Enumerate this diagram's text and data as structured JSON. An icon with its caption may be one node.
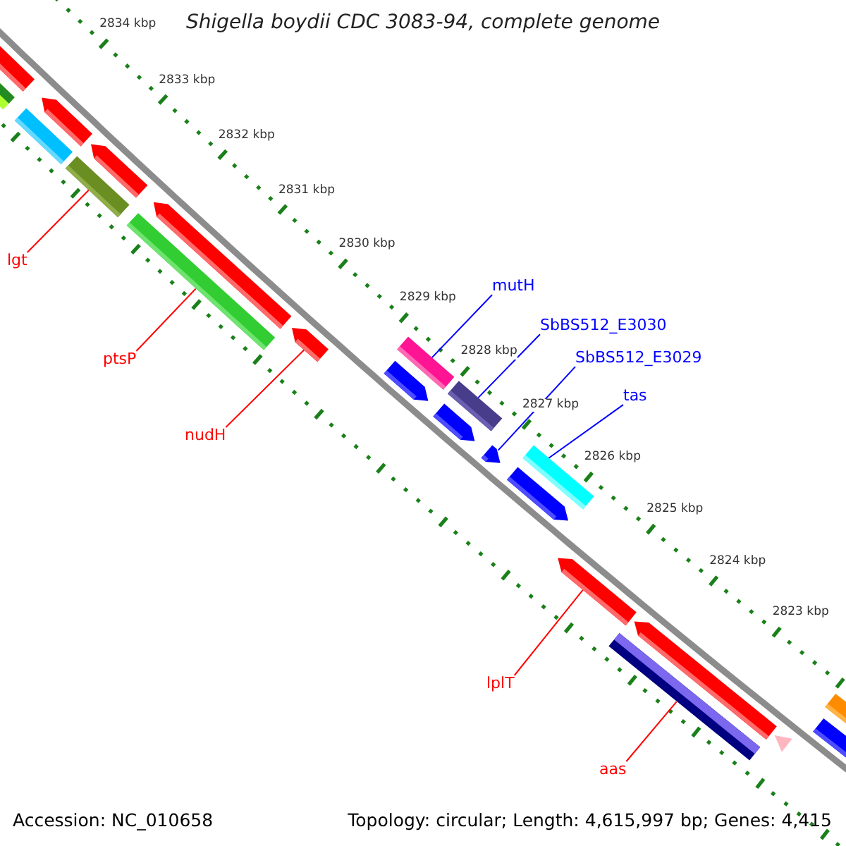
{
  "diagram": {
    "title": "Shigella boydii CDC 3083-94, complete genome",
    "nodes": [
      {
        "text": [
          "lgt"
        ]
      },
      {
        "text": [
          "mutH"
        ]
      },
      {
        "text": [
          "SbBS512_E3030"
        ]
      },
      {
        "text": [
          "SbBS512_E3029"
        ]
      },
      {
        "text": [
          "ptsP"
        ]
      },
      {
        "text": [
          "tas"
        ]
      },
      {
        "text": [
          "nudH"
        ]
      },
      {
        "text": [
          "lplT"
        ]
      },
      {
        "text": [
          "aas"
        ]
      },
      {
        "text": [],
        "shape": "bar"
      },
      {
        "text": [],
        "shape": "bar"
      },
      {
        "text": [],
        "shape": "bar"
      },
      {
        "text": [],
        "shape": "bar"
      },
      {
        "text": [],
        "shape": "bar"
      },
      {
        "text": [],
        "shape": "bar"
      },
      {
        "text": [],
        "shape": "bar"
      },
      {
        "text": [],
        "shape": "bar"
      },
      {
        "text": [],
        "shape": "bar"
      }
    ],
    "edges": [
      {
        "from": 0,
        "to": 9,
        "arrow": "none"
      },
      {
        "from": 1,
        "to": 12,
        "arrow": "none",
        "color": "#0000ff"
      },
      {
        "from": 2,
        "to": 13,
        "arrow": "none",
        "color": "#0000ff"
      },
      {
        "from": 3,
        "to": 14,
        "arrow": "none",
        "color": "#0000ff"
      },
      {
        "from": 4,
        "to": 10,
        "arrow": "none"
      },
      {
        "from": 5,
        "to": 15,
        "arrow": "none",
        "color": "#0000ff"
      },
      {
        "from": 6,
        "to": 11,
        "arrow": "none"
      },
      {
        "from": 7,
        "to": 16,
        "arrow": "none"
      },
      {
        "from": 8,
        "to": 17,
        "arrow": "none"
      }
    ],
    "labels": [
      "2834 kbp",
      "2833 kbp",
      "2832 kbp",
      "2831 kbp",
      "2830 kbp",
      "2829 kbp",
      "2828 kbp",
      "2827 kbp",
      "2826 kbp",
      "2825 kbp",
      "2824 kbp",
      "2823 kbp",
      "Accession: NC_010658",
      "Topology: circular; Length: 4,615,997 bp; Genes: 4,415"
    ]
  }
}
